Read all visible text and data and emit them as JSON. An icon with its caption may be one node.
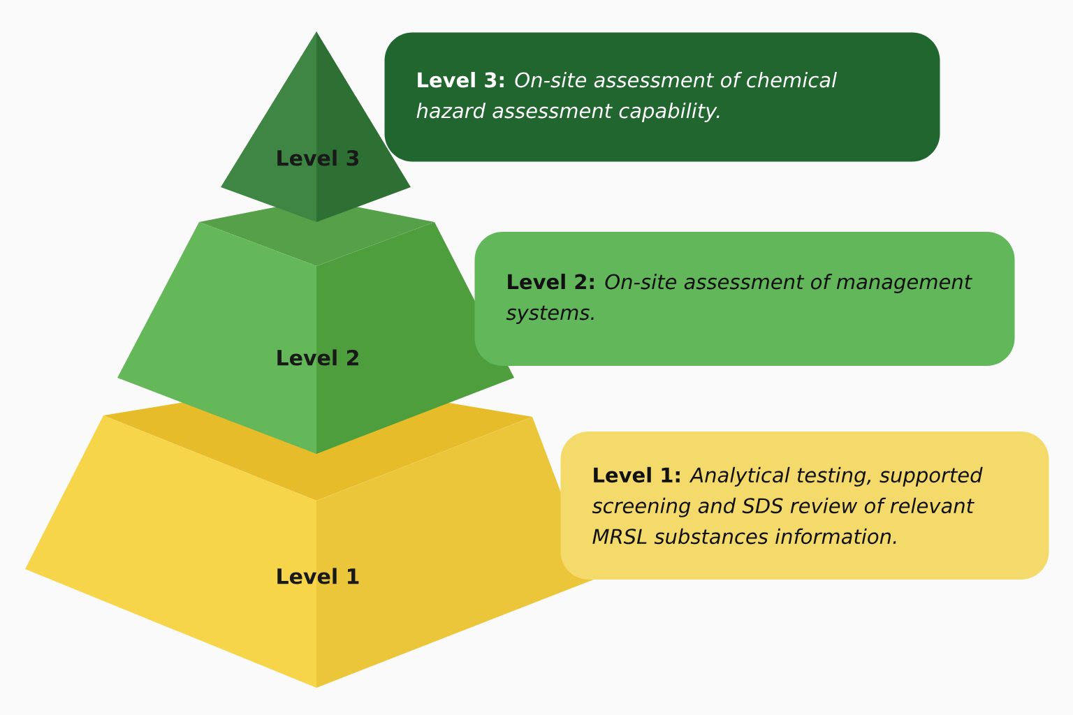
{
  "diagram": {
    "nodes": [
      {
        "text": [
          "Level 3"
        ]
      },
      {
        "text": [
          "**Level 3:** *On-site assessment of chemical hazard assessment capability.*"
        ]
      },
      {
        "text": [
          "Level 2"
        ]
      },
      {
        "text": [
          "**Level 2:** *On-site assessment of management systems.*"
        ]
      },
      {
        "text": [
          "Level 1"
        ]
      },
      {
        "text": [
          "**Level 1:** *Analytical testing, supported screening and SDS review of relevant MRSL substances information.*"
        ]
      }
    ]
  }
}
